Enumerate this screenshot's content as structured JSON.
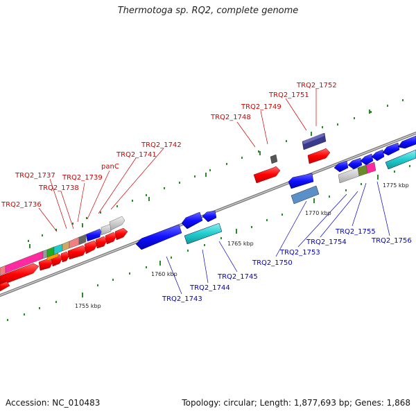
{
  "title": "Thermotoga sp. RQ2, complete genome",
  "footer": {
    "accession": "Accession: NC_010483",
    "summary": "Topology: circular; Length: 1,877,693 bp; Genes: 1,868"
  },
  "scale_labels": [
    "1755 kbp",
    "1760 kbp",
    "1765 kbp",
    "1770 kbp",
    "1775 kbp"
  ],
  "top_labels": [
    "TRQ2_1736",
    "TRQ2_1737",
    "TRQ2_1738",
    "TRQ2_1739",
    "panC",
    "TRQ2_1741",
    "TRQ2_1742",
    "TRQ2_1748",
    "TRQ2_1749",
    "TRQ2_1751",
    "TRQ2_1752"
  ],
  "bottom_labels": [
    "TRQ2_1743",
    "TRQ2_1744",
    "TRQ2_1745",
    "TRQ2_1750",
    "TRQ2_1753",
    "TRQ2_1754",
    "TRQ2_1755",
    "TRQ2_1756"
  ],
  "colors": {
    "forward": "#ff0000",
    "reverse": "#0000ff",
    "cyan": "#22cccc",
    "label_top": "#d00000",
    "label_bottom": "#0000c0"
  }
}
